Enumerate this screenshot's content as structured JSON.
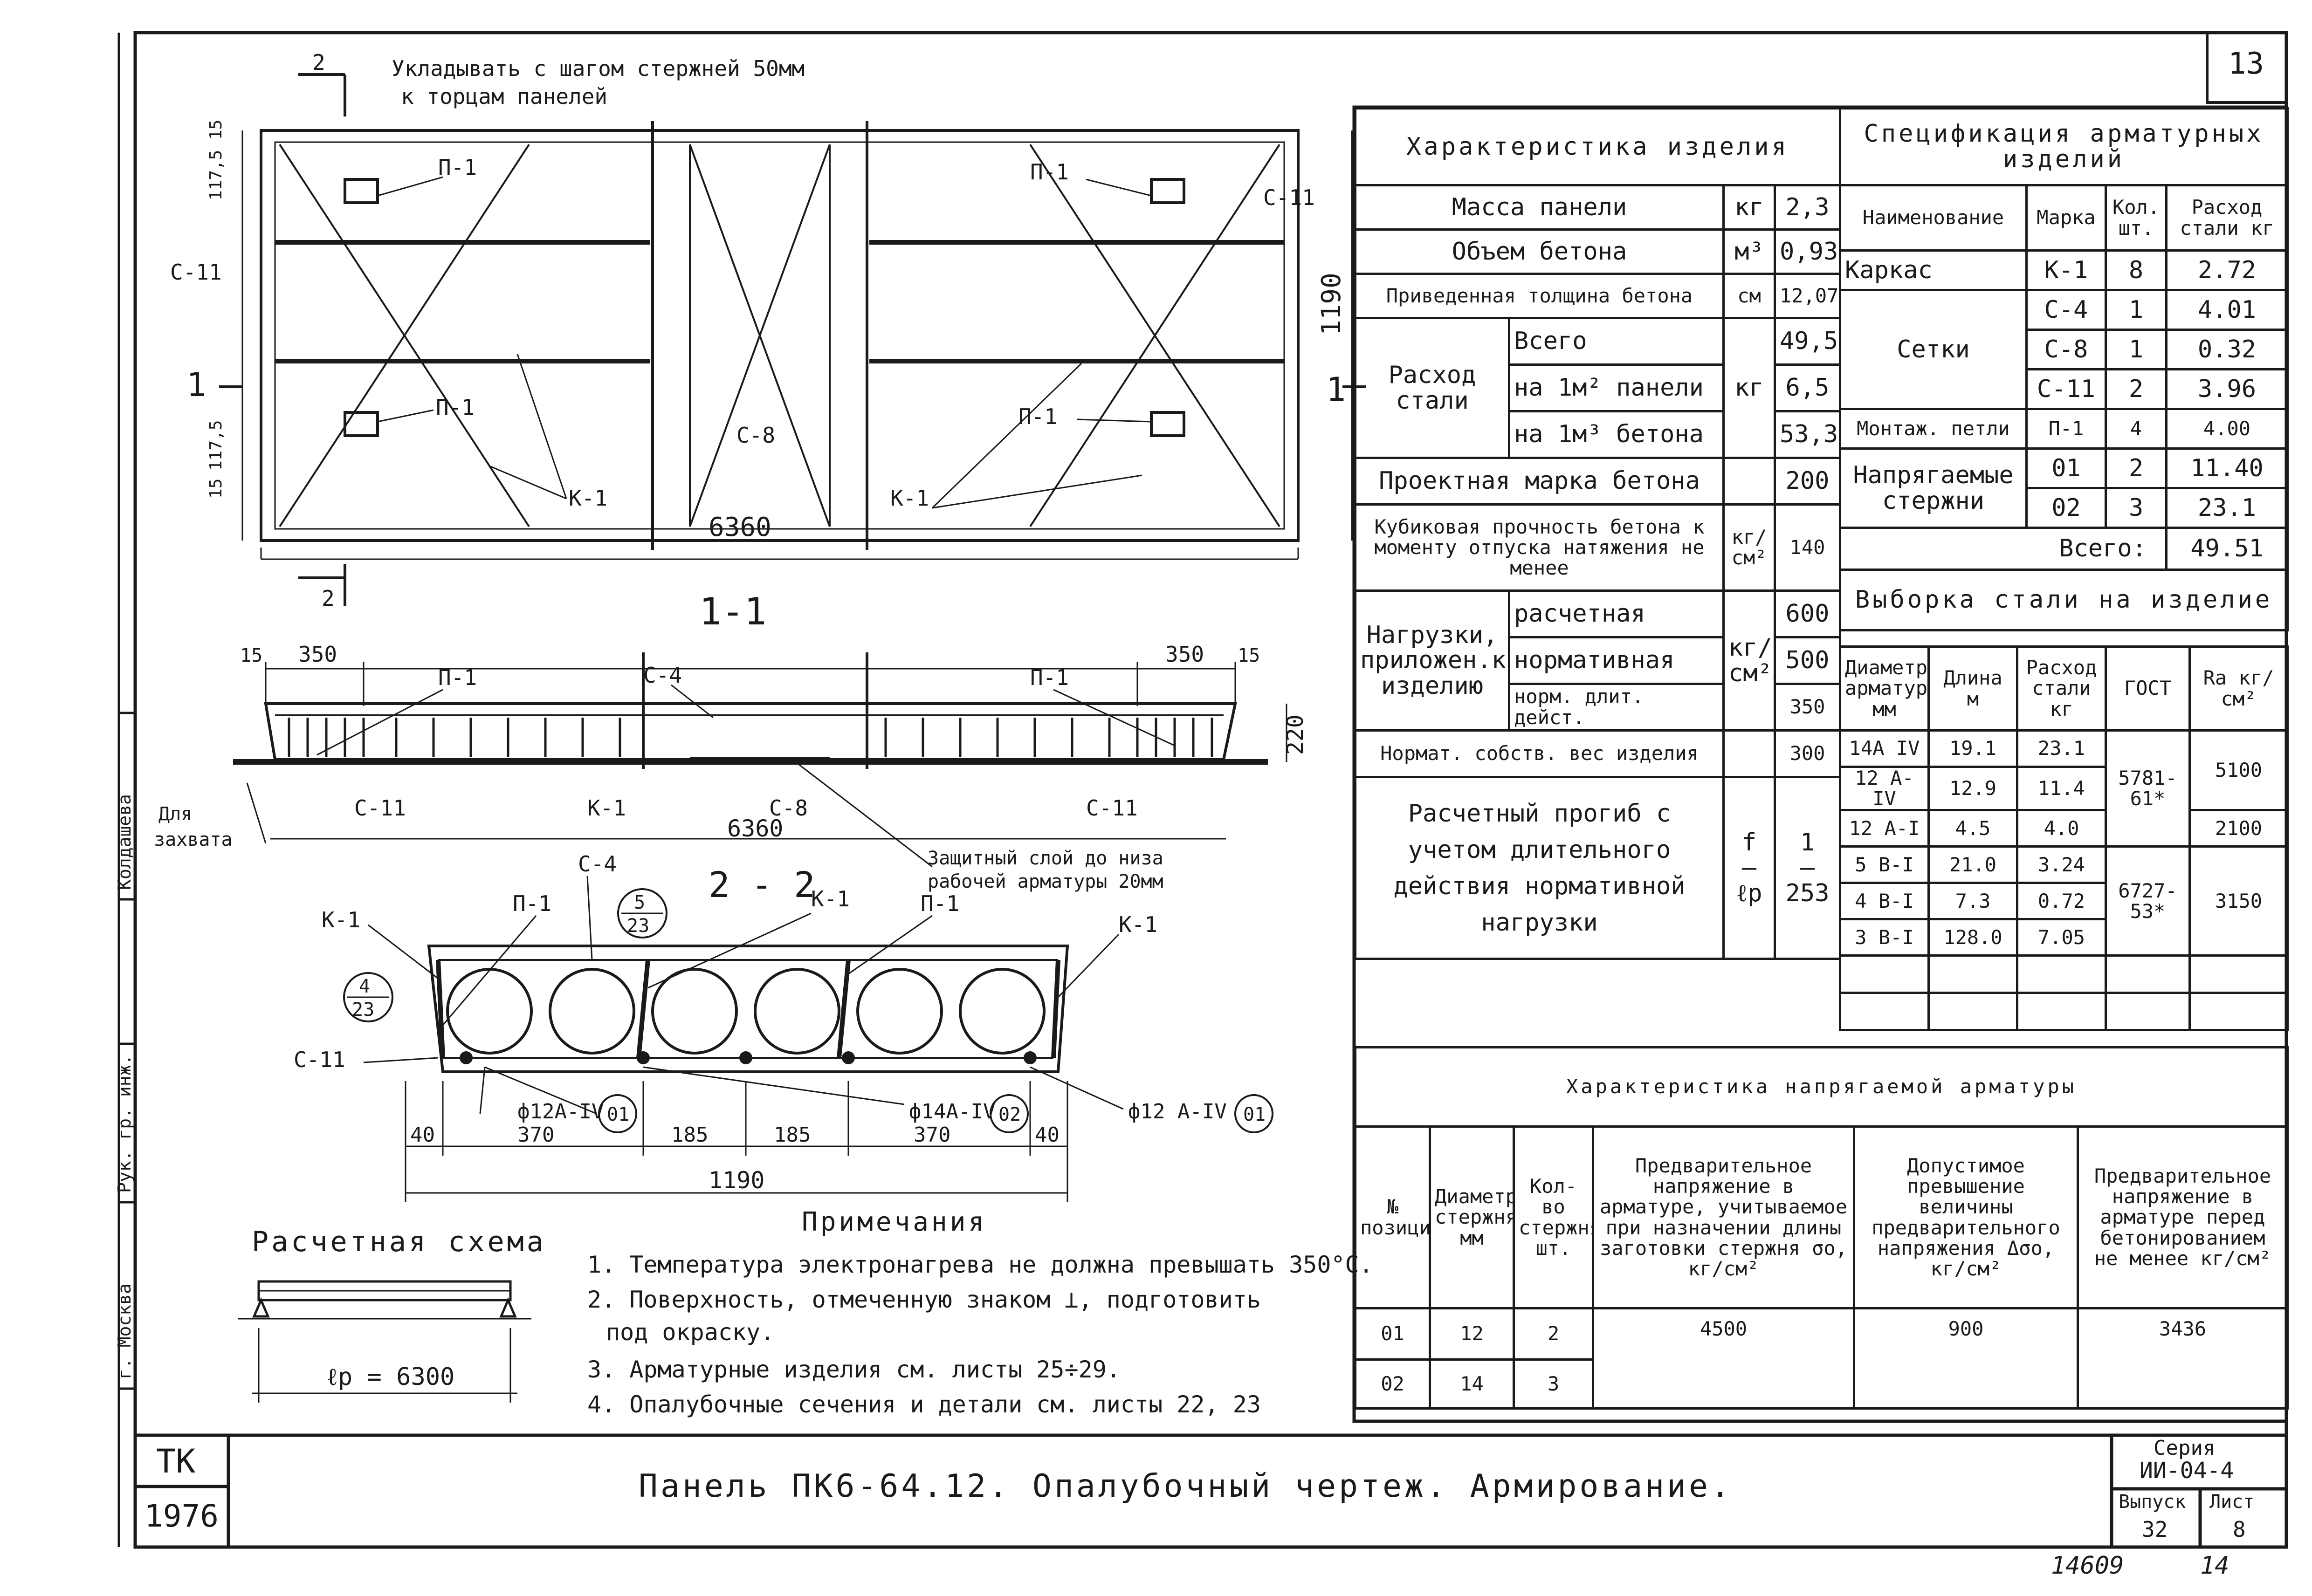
{
  "sheet_number": "13",
  "footer_numbers": {
    "archive": "14609",
    "page": "14"
  },
  "plan_view": {
    "section_mark_top": "2",
    "section_mark_bottom": "2",
    "note_top_line1": "Укладывать с шагом стержней 50мм",
    "note_top_line2": "к торцам панелей",
    "labels": {
      "p1": "П-1",
      "s11": "С-11",
      "s8": "С-8",
      "k1": "К-1"
    },
    "dim_length": "6360",
    "dim_width": "1190",
    "dim_small": [
      "15",
      "117,5",
      "117,5",
      "15"
    ],
    "section_1": "1"
  },
  "section_1_1": {
    "title": "1-1",
    "dims": [
      "15",
      "350",
      "350",
      "15",
      "220",
      "6360"
    ],
    "labels": {
      "p1": "П-1",
      "s4": "С-4",
      "s11": "С-11",
      "k1": "К-1",
      "s8": "С-8"
    },
    "grip_note": [
      "Для",
      "захвата"
    ],
    "cover_note": [
      "Защитный слой до низа",
      "рабочей арматуры 20мм"
    ]
  },
  "section_2_2": {
    "title": "2 - 2",
    "labels": {
      "s4": "С-4",
      "p1": "П-1",
      "k1": "К-1",
      "s11": "С-11"
    },
    "callout_left": {
      "num": "4",
      "den": "23"
    },
    "callout_top": {
      "num": "5",
      "den": "23"
    },
    "bars": [
      {
        "text": "ф12А-IV",
        "code": "01"
      },
      {
        "text": "ф14А-IV",
        "code": "02"
      },
      {
        "text": "ф12 А-IV",
        "code": "01"
      }
    ],
    "dims": [
      "40",
      "370",
      "185",
      "185",
      "370",
      "40",
      "1190"
    ]
  },
  "calc_scheme": {
    "title": "Расчетная схема",
    "span": "ℓр = 6300"
  },
  "notes": {
    "title": "Примечания",
    "items": [
      "1. Температура электронагрева не должна превышать 350°С.",
      "2. Поверхность, отмеченную знаком ⊥, подготовить",
      "под окраску.",
      "3. Арматурные изделия см. листы 25÷29.",
      "4. Опалубочные сечения и детали см. листы 22, 23"
    ]
  },
  "side_stamp": [
    "г. Москва",
    "Рук. гр. инж.",
    "Колдашева"
  ],
  "product_characteristics": {
    "title": "Характеристика изделия",
    "rows": [
      {
        "name": "Масса панели",
        "unit": "кг",
        "value": "2,3"
      },
      {
        "name": "Объем бетона",
        "unit": "м³",
        "value": "0,93"
      },
      {
        "name": "Приведенная толщина бетона",
        "unit": "см",
        "value": "12,07"
      }
    ],
    "steel": {
      "name": "Расход стали",
      "unit": "кг",
      "rows": [
        {
          "name": "Всего",
          "value": "49,51"
        },
        {
          "name": "на 1м² панели",
          "value": "6,5"
        },
        {
          "name": "на 1м³ бетона",
          "value": "53,3"
        }
      ]
    },
    "grade": {
      "name": "Проектная марка бетона",
      "value": "200"
    },
    "cube": {
      "name": "Кубиковая прочность бетона к моменту отпуска натяжения не менее",
      "unit": "кг/см²",
      "value": "140"
    },
    "loads": {
      "name": "Нагрузки, приложен.к изделию",
      "unit": "кг/см²",
      "rows": [
        {
          "name": "расчетная",
          "value": "600"
        },
        {
          "name": "нормативная",
          "value": "500"
        },
        {
          "name": "норм. длит. дейст.",
          "value": "350"
        }
      ]
    },
    "selfweight": {
      "name": "Нормат. собств. вес изделия",
      "value": "300"
    },
    "deflection": {
      "name": "Расчетный прогиб с учетом длительного действия нормативной нагрузки",
      "unit_num": "f",
      "unit_den": "ℓр",
      "value_num": "1",
      "value_den": "253"
    }
  },
  "specification": {
    "title": "Спецификация арматурных изделий",
    "headers": [
      "Наименование",
      "Марка",
      "Кол. шт.",
      "Расход стали кг"
    ],
    "rows": [
      {
        "name": "Каркас",
        "mark": "К-1",
        "qty": "8",
        "steel": "2.72"
      },
      {
        "name": "Сетки",
        "mark": "С-4",
        "qty": "1",
        "steel": "4.01"
      },
      {
        "name": "",
        "mark": "С-8",
        "qty": "1",
        "steel": "0.32"
      },
      {
        "name": "",
        "mark": "С-11",
        "qty": "2",
        "steel": "3.96"
      },
      {
        "name": "Монтаж. петли",
        "mark": "П-1",
        "qty": "4",
        "steel": "4.00"
      },
      {
        "name": "Напрягаемые стержни",
        "mark": "01",
        "qty": "2",
        "steel": "11.40"
      },
      {
        "name": "",
        "mark": "02",
        "qty": "3",
        "steel": "23.1"
      }
    ],
    "total_label": "Всего:",
    "total_value": "49.51"
  },
  "steel_selection": {
    "title": "Выборка стали на изделие",
    "headers": [
      "Диаметр арматуры мм",
      "Длина м",
      "Расход стали кг",
      "ГОСТ",
      "Rа кг/см²"
    ],
    "rows": [
      {
        "d": "14А IV",
        "len": "19.1",
        "mass": "23.1"
      },
      {
        "d": "12 А-IV",
        "len": "12.9",
        "mass": "11.4"
      },
      {
        "d": "12 А-I",
        "len": "4.5",
        "mass": "4.0"
      },
      {
        "d": "5 В-I",
        "len": "21.0",
        "mass": "3.24"
      },
      {
        "d": "4 В-I",
        "len": "7.3",
        "mass": "0.72"
      },
      {
        "d": "3 В-I",
        "len": "128.0",
        "mass": "7.05"
      }
    ],
    "gost": [
      "5781-61*",
      "6727-53*"
    ],
    "ra": [
      "5100",
      "2100",
      "3150"
    ]
  },
  "prestress": {
    "title": "Характеристика напрягаемой арматуры",
    "headers": [
      "№ позиции",
      "Диаметр стержня мм",
      "Кол-во стержня шт.",
      "Предварительное напряжение в арматуре, учитываемое при назначении длины заготовки стержня σо, кг/см²",
      "Допустимое превышение величины предварительного напряжения Δσо, кг/см²",
      "Предварительное напряжение в арматуре перед бетонированием не менее кг/см²"
    ],
    "rows": [
      {
        "pos": "01",
        "d": "12",
        "qty": "2"
      },
      {
        "pos": "02",
        "d": "14",
        "qty": "3"
      }
    ],
    "sigma": "4500",
    "delta": "900",
    "before": "3436"
  },
  "title_block": {
    "org": "ТК",
    "year": "1976",
    "title": "Панель ПК6-64.12. Опалубочный чертеж. Армирование.",
    "series_label": "Серия",
    "series": "ИИ-04-4",
    "issue_label": "Выпуск",
    "issue": "32",
    "sheet_label": "Лист",
    "sheet": "8"
  }
}
